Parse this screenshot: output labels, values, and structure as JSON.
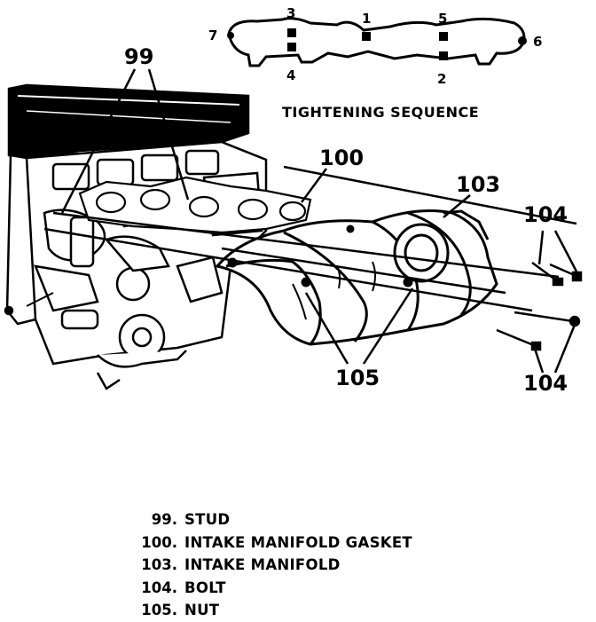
{
  "tightening_sequence": {
    "title": "TIGHTENING SEQUENCE",
    "numbers": [
      "1",
      "2",
      "3",
      "4",
      "5",
      "6",
      "7"
    ]
  },
  "callouts": {
    "stud": "99",
    "gasket": "100",
    "manifold": "103",
    "bolt_top": "104",
    "bolt_bottom": "104",
    "nut": "105"
  },
  "legend": [
    {
      "num": "99.",
      "label": "STUD"
    },
    {
      "num": "100.",
      "label": "INTAKE MANIFOLD GASKET"
    },
    {
      "num": "103.",
      "label": "INTAKE MANIFOLD"
    },
    {
      "num": "104.",
      "label": "BOLT"
    },
    {
      "num": "105.",
      "label": "NUT"
    }
  ]
}
